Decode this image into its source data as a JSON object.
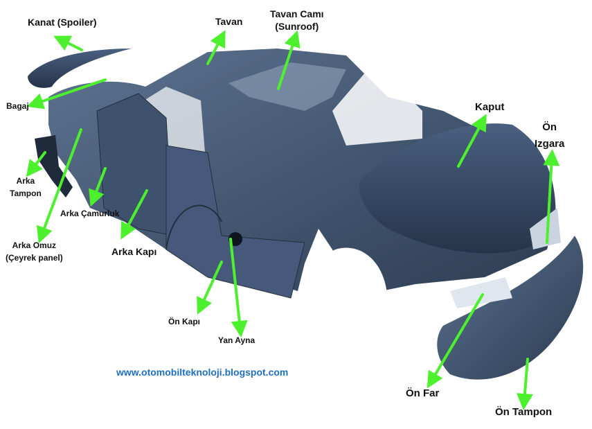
{
  "labels": {
    "spoiler": "Kanat (Spoiler)",
    "roof": "Tavan",
    "sunroof_1": "Tavan Camı",
    "sunroof_2": "(Sunroof)",
    "trunk": "Bagaj",
    "hood": "Kaput",
    "grille_1": "Ön",
    "grille_2": "Izgara",
    "rear_bumper_1": "Arka",
    "rear_bumper_2": "Tampon",
    "rear_fender": "Arka Çamurluk",
    "quarter_panel_1": "Arka Omuz",
    "quarter_panel_2": "(Çeyrek panel)",
    "rear_door": "Arka Kapı",
    "front_door": "Ön Kapı",
    "side_mirror": "Yan Ayna",
    "headlight": "Ön Far",
    "front_bumper": "Ön Tampon"
  },
  "website": "www.otomobilteknoloji.blogspot.com",
  "colors": {
    "arrow": "#4cf02c",
    "body": "#34475f",
    "body_light": "#5a6f8a",
    "url": "#1f6fc0"
  }
}
